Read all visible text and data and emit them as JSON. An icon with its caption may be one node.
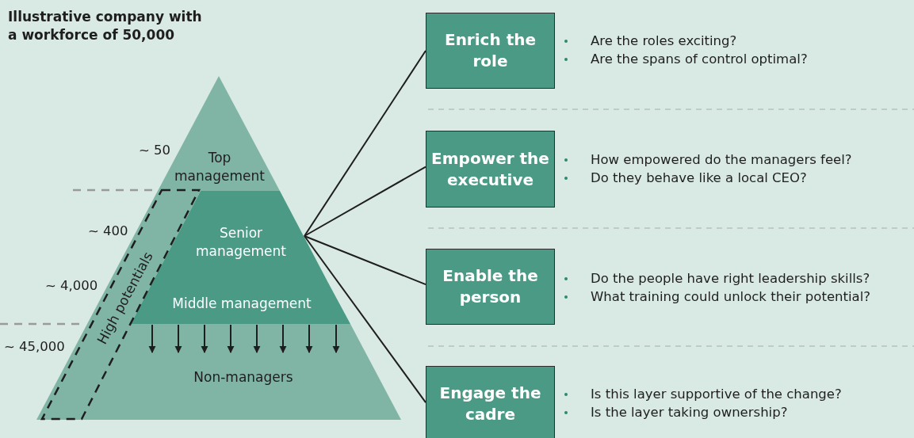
{
  "diagram": {
    "title": "Illustrative company with a workforce of 50,000",
    "nodes": [
      {
        "text": [
          "Top management"
        ]
      },
      {
        "text": [
          "Senior management"
        ]
      },
      {
        "text": [
          "Middle management"
        ]
      },
      {
        "text": [
          "Non-managers"
        ]
      },
      {
        "text": [
          "High potentials"
        ]
      },
      {
        "text": [
          "Enrich the role"
        ],
        "beside": [
          "Are the roles exciting?",
          "Are the spans of control optimal?"
        ]
      },
      {
        "text": [
          "Empower the executive"
        ],
        "beside": [
          "How empowered do the managers feel?",
          "Do they behave like a local CEO?"
        ]
      },
      {
        "text": [
          "Enable the person"
        ],
        "beside": [
          "Do the people have right leadership skills?",
          "What training could unlock their potential?"
        ]
      },
      {
        "text": [
          "Engage the cadre"
        ],
        "beside": [
          "Is this layer supportive of the change?",
          "Is the layer taking ownership?"
        ]
      }
    ],
    "edges": [
      {
        "from": 1,
        "to": 5,
        "arrow": "none"
      },
      {
        "from": 1,
        "to": 6,
        "arrow": "none"
      },
      {
        "from": 1,
        "to": 7,
        "arrow": "none"
      },
      {
        "from": 1,
        "to": 8,
        "arrow": "none"
      },
      {
        "from": 2,
        "to": 3,
        "arrow": "to"
      },
      {
        "from": 2,
        "to": 3,
        "arrow": "to"
      },
      {
        "from": 2,
        "to": 3,
        "arrow": "to"
      },
      {
        "from": 2,
        "to": 3,
        "arrow": "to"
      },
      {
        "from": 2,
        "to": 3,
        "arrow": "to"
      },
      {
        "from": 2,
        "to": 3,
        "arrow": "to"
      },
      {
        "from": 2,
        "to": 3,
        "arrow": "to"
      },
      {
        "from": 2,
        "to": 3,
        "arrow": "to"
      }
    ],
    "labels": [
      "~ 50",
      "~ 400",
      "~ 4,000",
      "~ 45,000"
    ]
  }
}
